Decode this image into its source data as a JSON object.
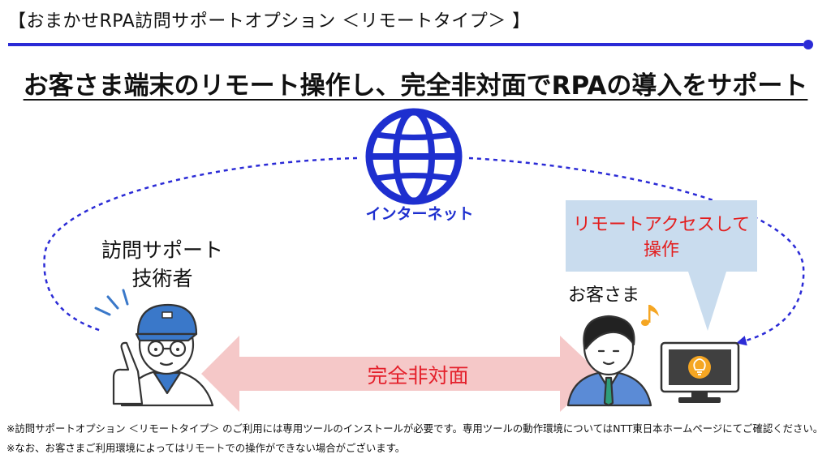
{
  "header": {
    "title": "【おまかせRPA訪問サポートオプション ＜リモートタイプ＞ 】"
  },
  "main_title": "お客さま端末のリモート操作し、完全非対面でRPAの導入をサポート",
  "diagram": {
    "internet_label": "インターネット",
    "technician_label_line1": "訪問サポート",
    "technician_label_line2": "技術者",
    "customer_label": "お客さま",
    "bubble_line1": "リモートアクセスして",
    "bubble_line2": "操作",
    "arrow_label": "完全非対面"
  },
  "notes": [
    "※訪問サポートオプション ＜リモートタイプ＞ のご利用には専用ツールのインストールが必要です。専用ツールの動作環境についてはNTT東日本ホームページにてご確認ください。",
    "※なお、お客さまご利用環境によってはリモートでの操作ができない場合がございます。"
  ],
  "colors": {
    "accent_blue": "#2b2bd6",
    "globe_blue": "#1e2fcf",
    "bubble_bg": "#c9dcee",
    "bubble_text": "#e31e1e",
    "arrow_fill": "#f5c8c8",
    "arrow_text": "#e41f2a",
    "cap_blue": "#3a78c9",
    "lightbulb_orange": "#f5a623"
  }
}
